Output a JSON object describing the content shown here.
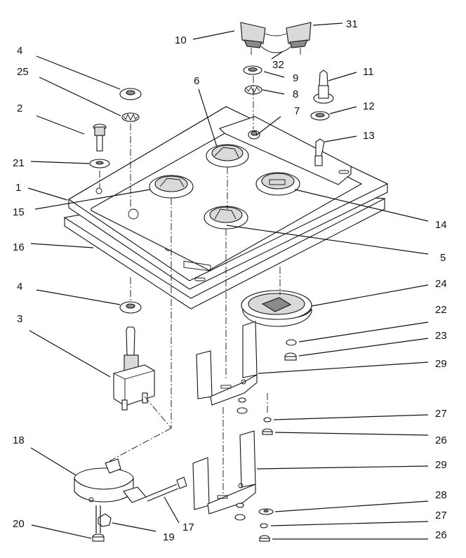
{
  "callouts": [
    {
      "label": "1"
    },
    {
      "label": "2"
    },
    {
      "label": "3"
    },
    {
      "label": "4"
    },
    {
      "label": "4"
    },
    {
      "label": "5"
    },
    {
      "label": "6"
    },
    {
      "label": "7"
    },
    {
      "label": "8"
    },
    {
      "label": "9"
    },
    {
      "label": "10"
    },
    {
      "label": "11"
    },
    {
      "label": "12"
    },
    {
      "label": "13"
    },
    {
      "label": "14"
    },
    {
      "label": "15"
    },
    {
      "label": "16"
    },
    {
      "label": "17"
    },
    {
      "label": "18"
    },
    {
      "label": "19"
    },
    {
      "label": "20"
    },
    {
      "label": "21"
    },
    {
      "label": "22"
    },
    {
      "label": "23"
    },
    {
      "label": "24"
    },
    {
      "label": "25"
    },
    {
      "label": "26"
    },
    {
      "label": "26"
    },
    {
      "label": "27"
    },
    {
      "label": "27"
    },
    {
      "label": "28"
    },
    {
      "label": "29"
    },
    {
      "label": "29"
    },
    {
      "label": "31"
    },
    {
      "label": "32"
    }
  ]
}
